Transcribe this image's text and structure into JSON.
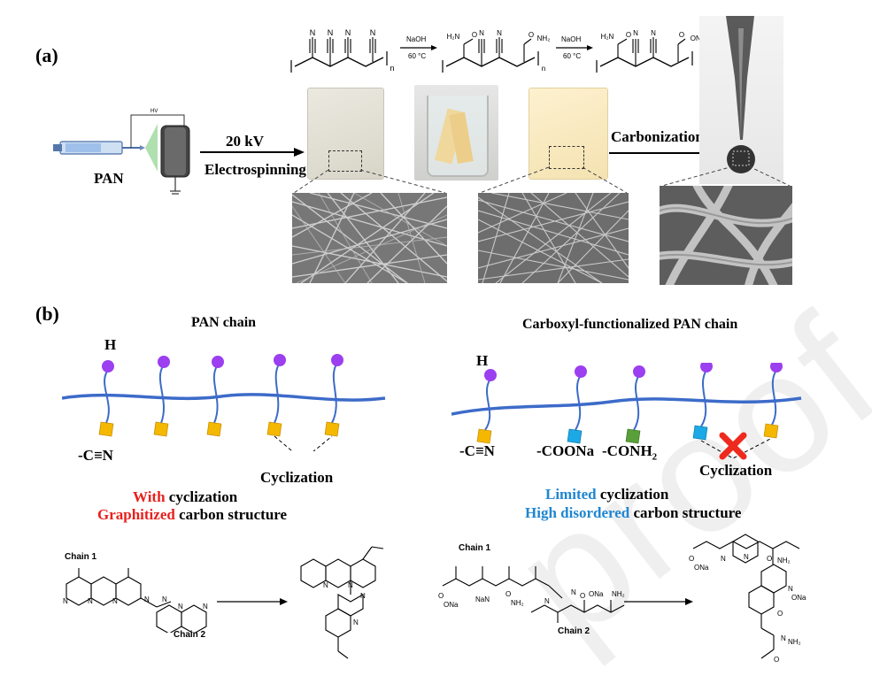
{
  "panel_a": {
    "label": "(a)",
    "pan_label": "PAN",
    "hv_label": "HV",
    "voltage": "20 kV",
    "process": "Electrospinning",
    "carbonization": "Carbonization",
    "step1_reagent": "NaOH",
    "step1_temp": "60 °C",
    "step2_reagent": "NaOH",
    "step2_temp": "60 °C"
  },
  "panel_b": {
    "label": "(b)",
    "left": {
      "title": "PAN chain",
      "h_label": "H",
      "group_label": "-C≡N",
      "cyclization_label": "Cyclization",
      "line1_highlight": "With",
      "line1_rest": " cyclization",
      "line2_highlight": "Graphitized",
      "line2_rest": " carbon structure",
      "chain1": "Chain 1",
      "chain2": "Chain 2"
    },
    "right": {
      "title": "Carboxyl-functionalized PAN chain",
      "h_label": "H",
      "group1": "-C≡N",
      "group2": "-COONa",
      "group3": "-CONH",
      "group3_sub": "2",
      "cyclization_label": "Cyclization",
      "line1_highlight": "Limited",
      "line1_rest": " cyclization",
      "line2_highlight": "High disordered",
      "line2_rest": " carbon structure",
      "chain1": "Chain 1",
      "chain2": "Chain 2"
    }
  },
  "colors": {
    "backbone": "#3c6bc9",
    "atom_h": "#9b3ff0",
    "cn_cube": "#f5b800",
    "coona_cube": "#1ca9e6",
    "conh2_cube": "#5aa03a",
    "red_highlight": "#e8201c",
    "blue_highlight": "#1f86d0",
    "cross": "#ee2a1e"
  }
}
